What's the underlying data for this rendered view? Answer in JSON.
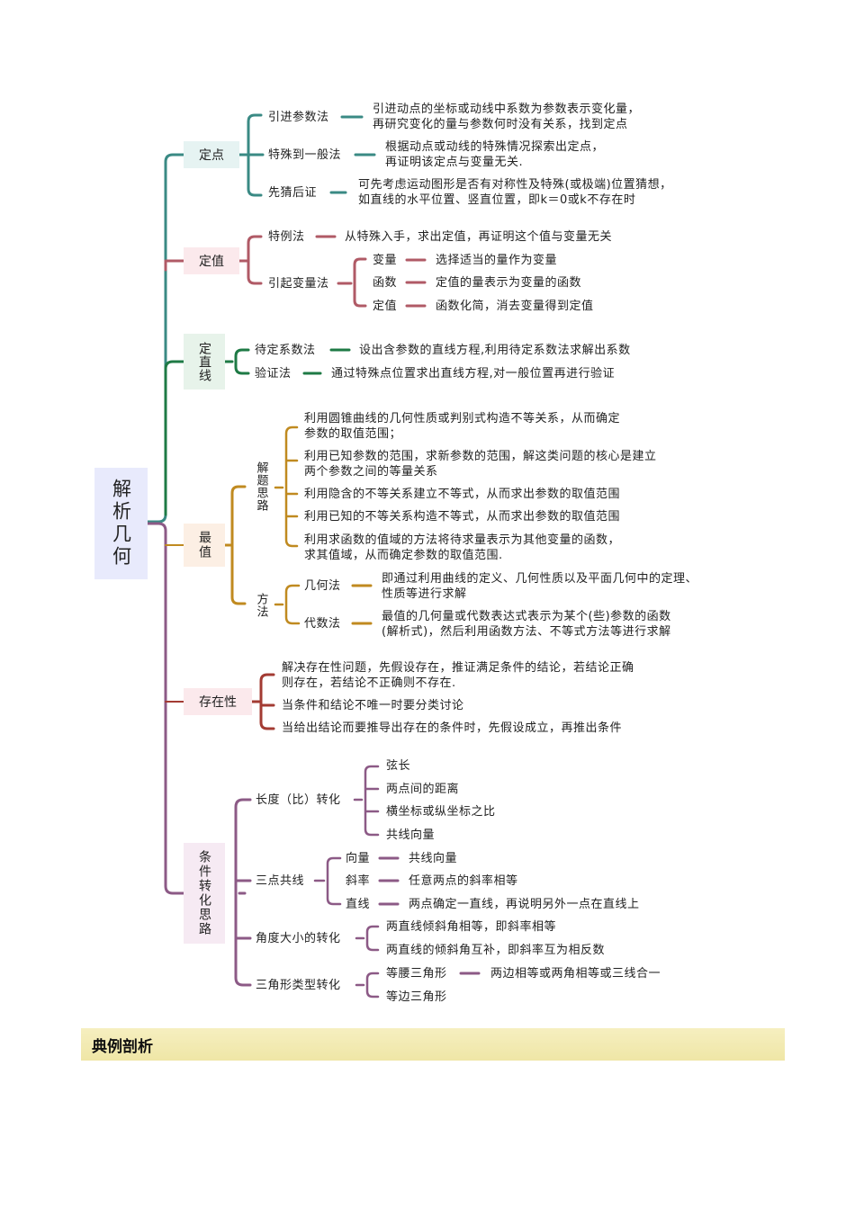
{
  "root": {
    "label": "解析几何",
    "color": "#e8eafc"
  },
  "colors": {
    "teal": "#3a8a84",
    "red": "#b05a66",
    "green": "#1e7a45",
    "gold": "#c08a20",
    "darkred": "#a33b33",
    "purple": "#8c5a86"
  },
  "branches": {
    "dingdian": {
      "label": "定点",
      "items": [
        {
          "label": "引进参数法",
          "desc": [
            "引进动点的坐标或动线中系数为参数表示变化量，",
            "再研究变化的量与参数何时没有关系，找到定点"
          ]
        },
        {
          "label": "特殊到一般法",
          "desc": [
            "根据动点或动线的特殊情况探索出定点，",
            "再证明该定点与变量无关."
          ]
        },
        {
          "label": "先猜后证",
          "desc": [
            "可先考虑运动图形是否有对称性及特殊(或极端)位置猜想，",
            "如直线的水平位置、竖直位置，即k＝0或k不存在时"
          ]
        }
      ]
    },
    "dingzhi": {
      "label": "定值",
      "items": [
        {
          "label": "特例法",
          "desc": "从特殊入手，求出定值，再证明这个值与变量无关"
        },
        {
          "label": "引起变量法",
          "sub": [
            {
              "label": "变量",
              "desc": "选择适当的量作为变量"
            },
            {
              "label": "函数",
              "desc": "定值的量表示为变量的函数"
            },
            {
              "label": "定值",
              "desc": "函数化简，消去变量得到定值"
            }
          ]
        }
      ]
    },
    "dingzhixian": {
      "label": "定直线",
      "items": [
        {
          "label": "待定系数法",
          "desc": "设出含参数的直线方程,利用待定系数法求解出系数"
        },
        {
          "label": "验证法",
          "desc": "通过特殊点位置求出直线方程,对一般位置再进行验证"
        }
      ]
    },
    "zuizhi": {
      "label": "最值",
      "jieti": {
        "label": "解题思路",
        "items": [
          [
            "利用圆锥曲线的几何性质或判别式构造不等关系，从而确定",
            "参数的取值范围；"
          ],
          [
            "利用已知参数的范围，求新参数的范围，解这类问题的核心是建立",
            "两个参数之间的等量关系"
          ],
          [
            "利用隐含的不等关系建立不等式，从而求出参数的取值范围"
          ],
          [
            "利用已知的不等关系构造不等式，从而求出参数的取值范围"
          ],
          [
            "利用求函数的值域的方法将待求量表示为其他变量的函数，",
            "求其值域，从而确定参数的取值范围."
          ]
        ]
      },
      "fangfa": {
        "label": "方法",
        "items": [
          {
            "label": "几何法",
            "desc": [
              "即通过利用曲线的定义、几何性质以及平面几何中的定理、",
              "性质等进行求解"
            ]
          },
          {
            "label": "代数法",
            "desc": [
              "最值的几何量或代数表达式表示为某个(些)参数的函数",
              "(解析式)，然后利用函数方法、不等式方法等进行求解"
            ]
          }
        ]
      }
    },
    "cunzaixing": {
      "label": "存在性",
      "items": [
        [
          "解决存在性问题，先假设存在，推证满足条件的结论，若结论正确",
          "则存在，若结论不正确则不存在."
        ],
        [
          "当条件和结论不唯一时要分类讨论"
        ],
        [
          "当给出结论而要推导出存在的条件时，先假设成立，再推出条件"
        ]
      ]
    },
    "tiaojian": {
      "label": "条件转化思路",
      "changdu": {
        "label": "长度（比）转化",
        "items": [
          "弦长",
          "两点间的距离",
          "横坐标或纵坐标之比",
          "共线向量"
        ]
      },
      "sandian": {
        "label": "三点共线",
        "items": [
          {
            "label": "向量",
            "desc": "共线向量"
          },
          {
            "label": "斜率",
            "desc": "任意两点的斜率相等"
          },
          {
            "label": "直线",
            "desc": "两点确定一直线，再说明另外一点在直线上"
          }
        ]
      },
      "jiaodu": {
        "label": "角度大小的转化",
        "items": [
          "两直线倾斜角相等，即斜率相等",
          "两直线的倾斜角互补，即斜率互为相反数"
        ]
      },
      "sanjiao": {
        "label": "三角形类型转化",
        "items": [
          {
            "label": "等腰三角形",
            "desc": "两边相等或两角相等或三线合一"
          },
          {
            "label": "等边三角形"
          }
        ]
      }
    }
  },
  "section": {
    "title": "典例剖析"
  }
}
